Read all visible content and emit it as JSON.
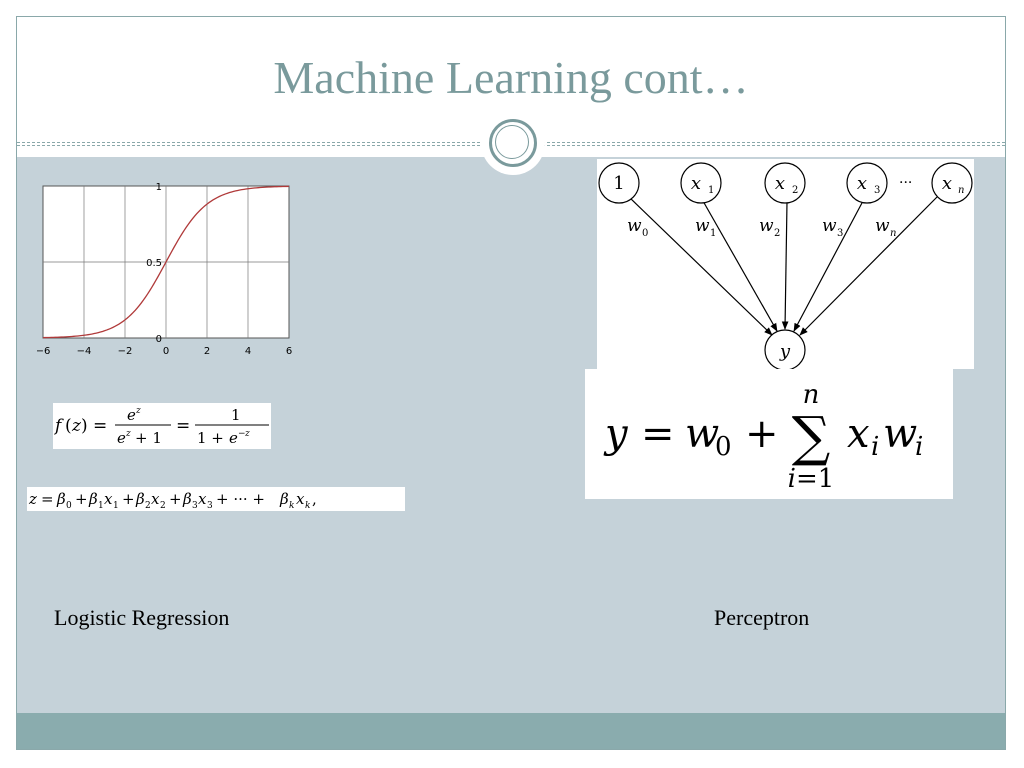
{
  "slide": {
    "title": "Machine Learning cont…",
    "colors": {
      "title": "#7a9a9c",
      "content_background": "#c5d2d9",
      "footer": "#8aacae",
      "curve": "#b03a3a"
    }
  },
  "left": {
    "plot": {
      "x_ticks": [
        "−6",
        "−4",
        "−2",
        "0",
        "2",
        "4",
        "6"
      ],
      "y_ticks": [
        "0",
        "0.5",
        "1"
      ]
    },
    "caption": "Logistic Regression"
  },
  "right": {
    "perceptron": {
      "inputs": [
        "1",
        "x",
        "x",
        "x",
        "x"
      ],
      "input_subs": [
        "",
        "1",
        "2",
        "3",
        "n"
      ],
      "weights": [
        "w",
        "w",
        "w",
        "w",
        "w"
      ],
      "weight_subs": [
        "0",
        "1",
        "2",
        "3",
        "n"
      ],
      "ellipsis": "···",
      "output": "y"
    },
    "caption": "Perceptron"
  }
}
